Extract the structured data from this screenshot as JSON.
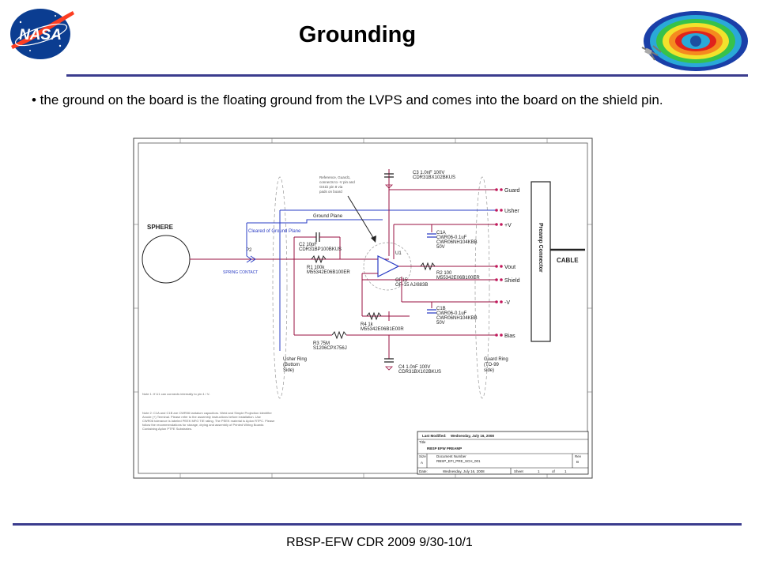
{
  "title": "Grounding",
  "bullet": "• the ground on the board is the floating ground from the LVPS and comes into the board on the shield pin.",
  "footer": "RBSP-EFW CDR 2009 9/30-10/1",
  "logo": {
    "text": "NASA",
    "icon": "nasa-meatball-icon",
    "bg": "#0b3d91",
    "accent": "#fc3d21"
  },
  "colors": {
    "rule": "#3b3c8e",
    "wire": "#9a1040",
    "blue": "#2a3cc4",
    "green": "#2c8a3a",
    "black": "#222222",
    "pin": "#c2185b"
  },
  "schematic": {
    "sphere": "SPHERE",
    "p2": "P2",
    "spring_contact": "SPRING CONTACT",
    "cleared_plane": "Cleared of Ground Plane",
    "ground_plane": "Ground Plane",
    "note_callout": [
      "Reference, Guard1,",
      "connects to -V pin and",
      "GS1k pin 8 via",
      "pads on board"
    ],
    "c3": [
      "C3   1.0nF  100V",
      "CDR31BX102BKUS"
    ],
    "c2": [
      "C2   10pF",
      "CDR31BP100BKUS"
    ],
    "r1": [
      "R1   100k",
      "M55342E06B100ER"
    ],
    "r3": [
      "R3   75M",
      "S1206CPX756J"
    ],
    "r4": [
      "R4     1k",
      "M55342E06B1E00R"
    ],
    "u1": "U1",
    "op15": [
      "OP15",
      "OP-15 AJ/883B"
    ],
    "c1a": [
      "C1A",
      "CWR06-0.1uF",
      "CWR06NH104KBB",
      "50V"
    ],
    "r2": [
      "R2   100",
      "M55342E06B100ER"
    ],
    "c1b": [
      "C1B",
      "CWR06-0.1uF",
      "CWR06NH104KBB",
      "50V"
    ],
    "c4": [
      "C4   1.0nF  100V",
      "CDR31BX102BKUS"
    ],
    "usher_ring": [
      "Usher Ring",
      "(Bottom",
      "Side)"
    ],
    "guard_ring": [
      "Guard Ring",
      "(TO-99",
      "side)"
    ],
    "pins": [
      "Guard",
      "Usher",
      "+V",
      "Vout",
      "Shield",
      "-V",
      "Bias"
    ],
    "preamp": "Preamp Connector",
    "cable": "CABLE",
    "note1": "Note 1: If U1 can connects internally to pin 4 / V-",
    "note2": [
      "Note 2: C1A and C1B are CWR06 tantalum capacitors. Weld and Simple Projection Identifier",
      "Anode (+) Terminal. Please refer to the assembly instructions before installation. Use",
      "CWR06 tolerance is labeled PEEK MFG TIE rating. The PEEK material is Aplon RTPC. Please",
      "follow the recommendations for storage, drying and assembly of Printed Wiring Boards",
      "Containing Aplon PTFE Substrates."
    ],
    "title_block": {
      "last_modified_label": "Last Modified:",
      "last_modified": "Wednesday, July 16, 2008",
      "title_label": "Title",
      "title": "RBSP EFW PREAMP",
      "size_label": "Size",
      "size": "A",
      "docnum_label": "Document Number",
      "docnum": "RBSP_EFI_PRE_SCH_001",
      "rev_label": "Rev",
      "rev": "B",
      "date_label": "Date:",
      "date": "Wednesday, July 16, 2008",
      "sheet_label": "Sheet",
      "sheet": "1",
      "of_label": "of",
      "of": "1"
    }
  }
}
